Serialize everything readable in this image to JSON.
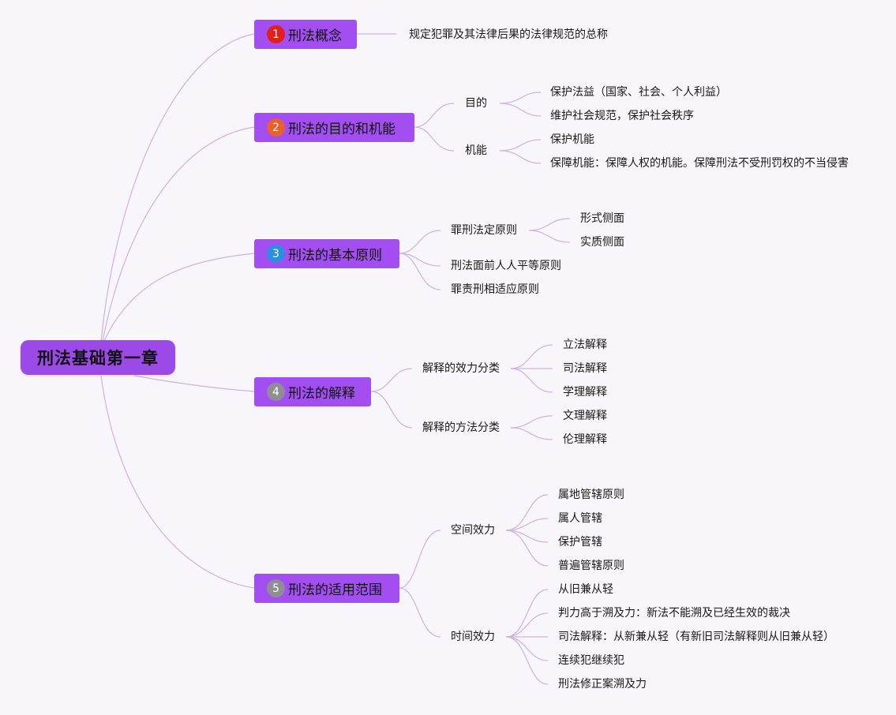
{
  "root": {
    "label": "刑法基础第一章"
  },
  "branches": [
    {
      "number": "1",
      "badge_color": "#e0201b",
      "label": "刑法概念",
      "note": "规定犯罪及其法律后果的法律规范的总称"
    },
    {
      "number": "2",
      "badge_color": "#e8602a",
      "label": "刑法的目的和机能",
      "groups": [
        {
          "label": "目的",
          "items": [
            "保护法益（国家、社会、个人利益）",
            "维护社会规范，保护社会秩序"
          ]
        },
        {
          "label": "机能",
          "items": [
            "保护机能",
            "保障机能：保障人权的机能。保障刑法不受刑罚权的不当侵害"
          ]
        }
      ]
    },
    {
      "number": "3",
      "badge_color": "#2b8fe0",
      "label": "刑法的基本原则",
      "groups": [
        {
          "label": "罪刑法定原则",
          "items": [
            "形式侧面",
            "实质侧面"
          ]
        },
        {
          "label": "刑法面前人人平等原则",
          "items": []
        },
        {
          "label": "罪责刑相适应原则",
          "items": []
        }
      ]
    },
    {
      "number": "4",
      "badge_color": "#8e8e94",
      "label": "刑法的解释",
      "groups": [
        {
          "label": "解释的效力分类",
          "items": [
            "立法解释",
            "司法解释",
            "学理解释"
          ]
        },
        {
          "label": "解释的方法分类",
          "items": [
            "文理解释",
            "伦理解释"
          ]
        }
      ]
    },
    {
      "number": "5",
      "badge_color": "#8e8e94",
      "label": "刑法的适用范围",
      "groups": [
        {
          "label": "空间效力",
          "items": [
            "属地管辖原则",
            "属人管辖",
            "保护管辖",
            "普遍管辖原则"
          ]
        },
        {
          "label": "时间效力",
          "items": [
            "从旧兼从轻",
            "判力高于溯及力：新法不能溯及已经生效的裁决",
            "司法解释：从新兼从轻（有新旧司法解释则从旧兼从轻）",
            "连续犯继续犯",
            "刑法修正案溯及力"
          ]
        }
      ]
    }
  ]
}
